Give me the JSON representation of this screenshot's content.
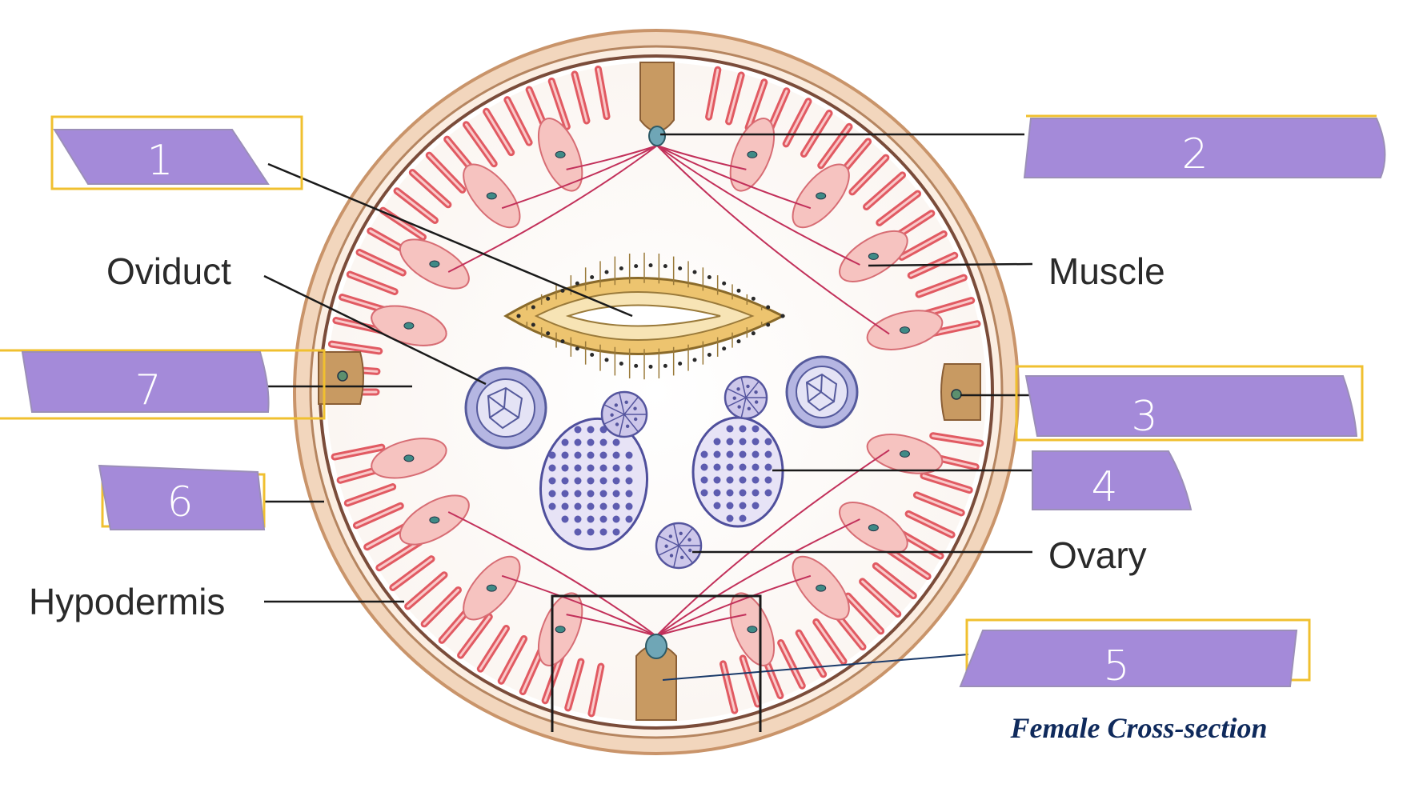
{
  "caption": "Female Cross-section",
  "labels": {
    "oviduct": "Oviduct",
    "muscle": "Muscle",
    "ovary": "Ovary",
    "hypodermis": "Hypodermis"
  },
  "answer_boxes": [
    "1",
    "2",
    "3",
    "4",
    "5",
    "6",
    "7"
  ],
  "colors": {
    "box_fill": "#a48ad9",
    "box_outline": "#f0c030",
    "cuticle": "#e7b990",
    "muscle": "#ec7f82",
    "intestine": "#e8c070",
    "ovary": "#8c87c9",
    "caption": "#0f2a5c"
  }
}
